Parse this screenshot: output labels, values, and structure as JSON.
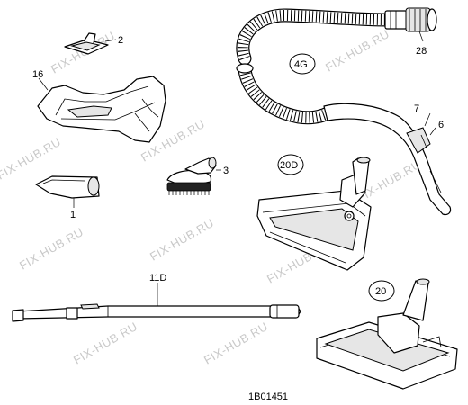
{
  "watermark": "FIX-HUB.RU",
  "drawing_number": "1B01451",
  "callouts": {
    "p1": "1",
    "p2": "2",
    "p3": "3",
    "p6": "6",
    "p7": "7",
    "p11d": "11D",
    "p16": "16",
    "p20": "20",
    "p20d": "20D",
    "p28": "28",
    "p4g": "4G"
  }
}
